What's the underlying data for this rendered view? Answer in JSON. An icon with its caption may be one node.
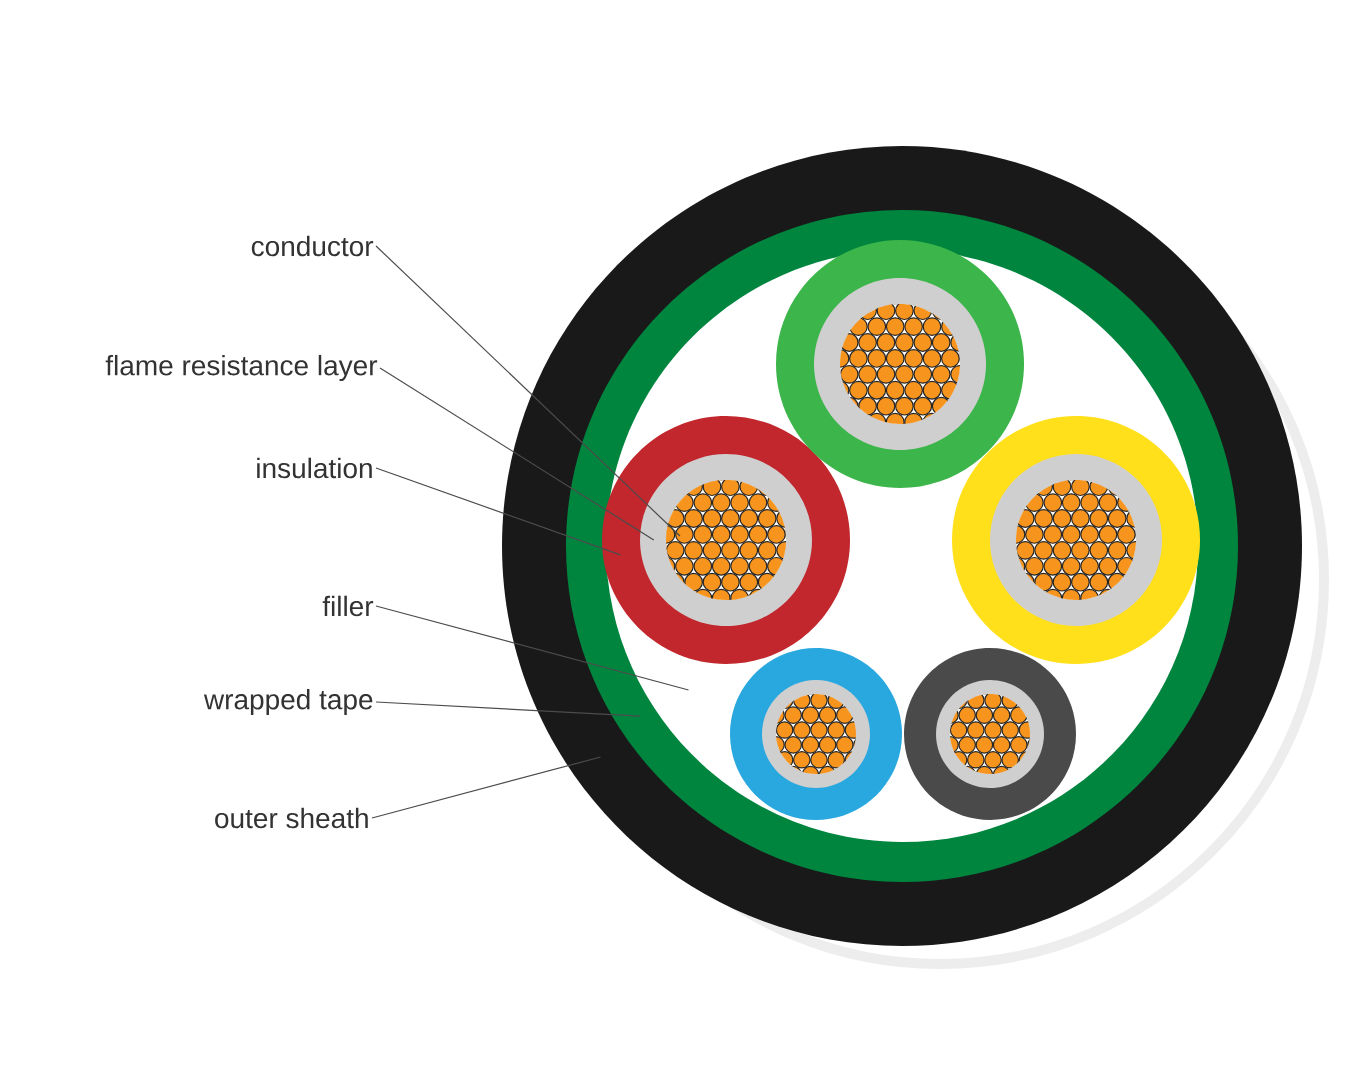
{
  "diagram": {
    "nodes": [
      {
        "text": [
          "conductor"
        ]
      },
      {
        "text": [
          "flame resistance layer"
        ]
      },
      {
        "text": [
          "insulation"
        ]
      },
      {
        "text": [
          "filler"
        ]
      },
      {
        "text": [
          "wrapped tape"
        ]
      },
      {
        "text": [
          "outer sheath"
        ]
      },
      {
        "text": [],
        "shape": "circle"
      },
      {
        "text": [],
        "shape": "circle",
        "in": 6
      },
      {
        "text": [],
        "shape": "circle",
        "in": 7
      },
      {
        "text": [],
        "shape": "circle",
        "in": 8
      },
      {
        "text": [],
        "shape": "circle",
        "in": 9
      },
      {
        "text": [],
        "shape": "circle",
        "in": 10
      }
    ],
    "edges": [
      {
        "from": 0,
        "to": 11,
        "arrow": "none"
      },
      {
        "from": 1,
        "to": 10,
        "arrow": "none"
      },
      {
        "from": 2,
        "to": 9,
        "arrow": "none"
      },
      {
        "from": 3,
        "to": 8,
        "arrow": "none"
      },
      {
        "from": 4,
        "to": 7,
        "arrow": "none"
      },
      {
        "from": 5,
        "to": 6,
        "arrow": "none"
      }
    ]
  }
}
